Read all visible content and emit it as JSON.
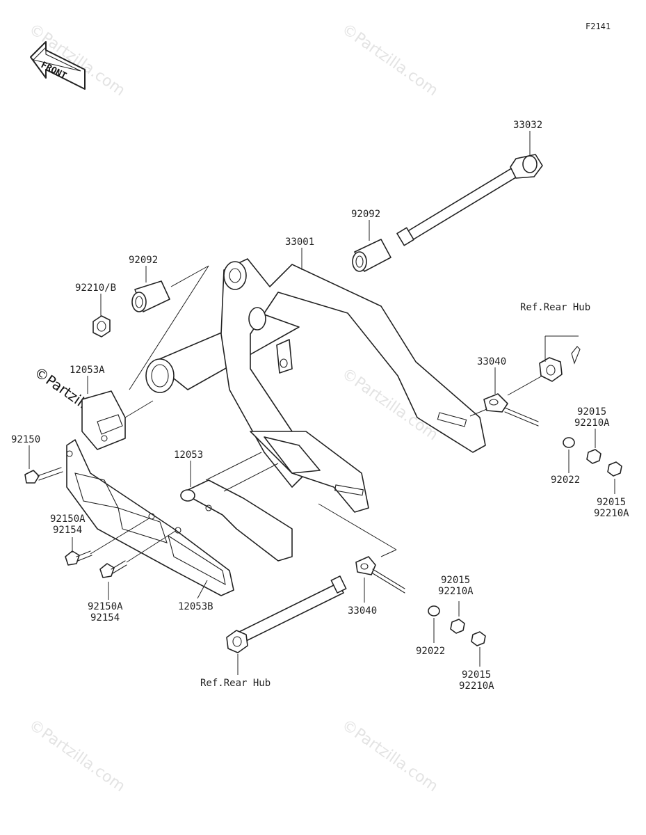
{
  "diagram_code": "F2141",
  "front_label": "FRONT",
  "watermark": "©Partzilla.com",
  "callouts": {
    "p33032": "33032",
    "p92092_right": "92092",
    "p33001": "33001",
    "p92092_left": "92092",
    "p92210b": "92210/B",
    "p12053a": "12053A",
    "p92150": "92150",
    "p12053": "12053",
    "p92150a_top_1": "92150A",
    "p92150a_top_2": "92154",
    "p92150a_bot_1": "92150A",
    "p92150a_bot_2": "92154",
    "p12053b": "12053B",
    "ref_rear_hub_top": "Ref.Rear Hub",
    "p33040_right": "33040",
    "p92015_r1_1": "92015",
    "p92015_r1_2": "92210A",
    "p92022_right": "92022",
    "p92015_r2_1": "92015",
    "p92015_r2_2": "92210A",
    "p33040_bot": "33040",
    "p92015_b1_1": "92015",
    "p92015_b1_2": "92210A",
    "p92022_bot": "92022",
    "p92015_b2_1": "92015",
    "p92015_b2_2": "92210A",
    "ref_rear_hub_bot": "Ref.Rear Hub"
  }
}
